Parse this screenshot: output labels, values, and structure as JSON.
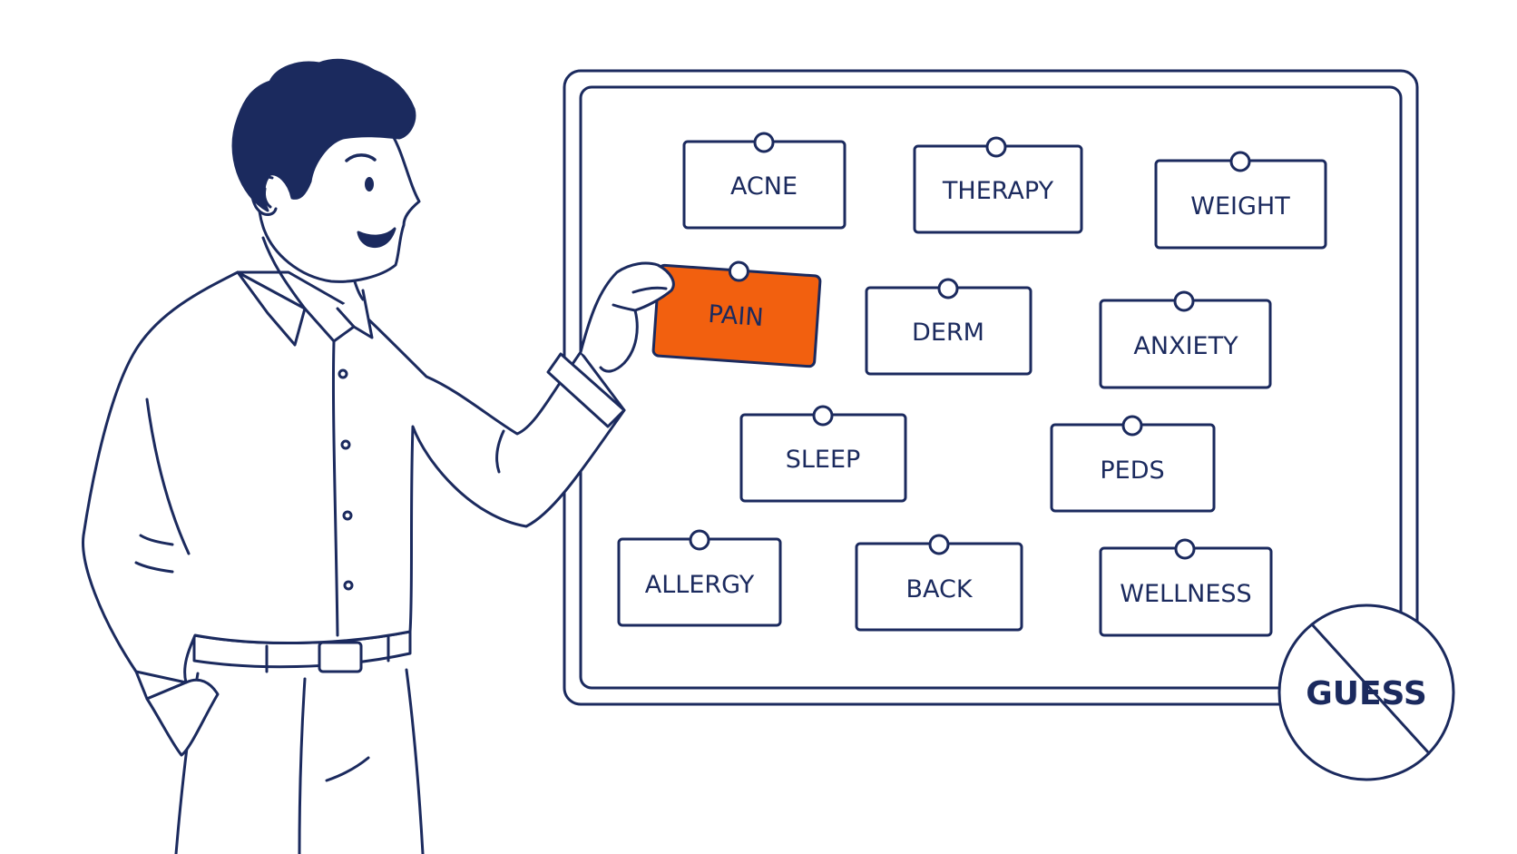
{
  "palette": {
    "ink": "#1b2a5e",
    "highlight": "#f2600f",
    "background": "#ffffff"
  },
  "board": {
    "tags": [
      {
        "label": "ACNE",
        "selected": false
      },
      {
        "label": "THERAPY",
        "selected": false
      },
      {
        "label": "WEIGHT",
        "selected": false
      },
      {
        "label": "PAIN",
        "selected": true
      },
      {
        "label": "DERM",
        "selected": false
      },
      {
        "label": "ANXIETY",
        "selected": false
      },
      {
        "label": "SLEEP",
        "selected": false
      },
      {
        "label": "PEDS",
        "selected": false
      },
      {
        "label": "ALLERGY",
        "selected": false
      },
      {
        "label": "BACK",
        "selected": false
      },
      {
        "label": "WELLNESS",
        "selected": false
      }
    ]
  },
  "no_guess_badge": {
    "label": "GUESS",
    "icon": "prohibition-slash-icon"
  }
}
